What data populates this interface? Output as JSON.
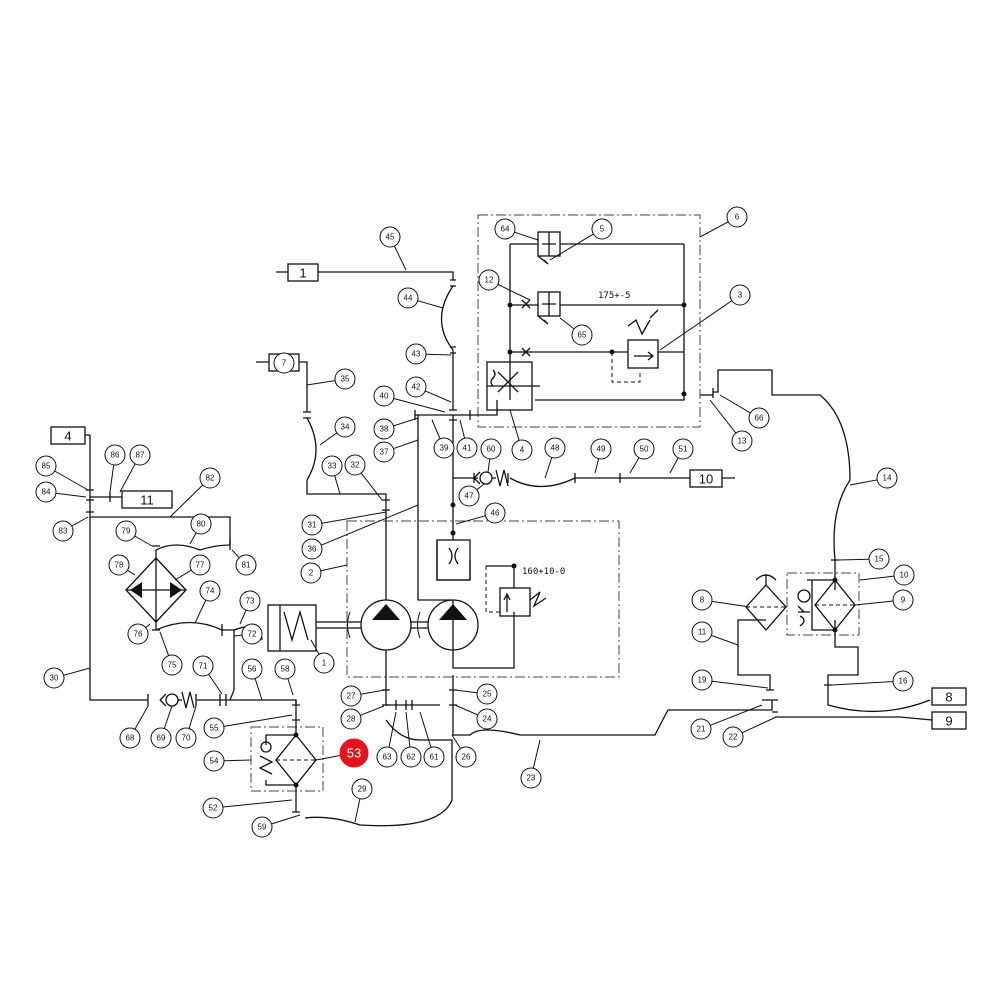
{
  "connection_boxes": [
    {
      "id": "box-1",
      "label": "1"
    },
    {
      "id": "box-4",
      "label": "4"
    },
    {
      "id": "box-7",
      "label": "7"
    },
    {
      "id": "box-8",
      "label": "8"
    },
    {
      "id": "box-9",
      "label": "9"
    },
    {
      "id": "box-10",
      "label": "10"
    },
    {
      "id": "box-11",
      "label": "11"
    }
  ],
  "settings": {
    "valve_upper": "175+-5",
    "valve_lower": "160+10-0"
  },
  "callouts": [
    "1",
    "2",
    "3",
    "4",
    "5",
    "6",
    "7",
    "8",
    "9",
    "10",
    "11",
    "12",
    "13",
    "14",
    "15",
    "16",
    "19",
    "21",
    "22",
    "23",
    "24",
    "25",
    "26",
    "27",
    "28",
    "29",
    "30",
    "31",
    "32",
    "33",
    "34",
    "35",
    "36",
    "37",
    "38",
    "39",
    "40",
    "41",
    "42",
    "43",
    "44",
    "45",
    "46",
    "47",
    "48",
    "49",
    "50",
    "51",
    "52",
    "53",
    "54",
    "55",
    "56",
    "58",
    "59",
    "60",
    "61",
    "62",
    "63",
    "64",
    "65",
    "66",
    "68",
    "69",
    "70",
    "71",
    "72",
    "73",
    "74",
    "75",
    "76",
    "77",
    "78",
    "79",
    "80",
    "81",
    "82",
    "83",
    "84",
    "85",
    "86",
    "87"
  ],
  "highlighted_callout": "53",
  "colors": {
    "highlight": "#e3141c",
    "line": "#111111"
  }
}
